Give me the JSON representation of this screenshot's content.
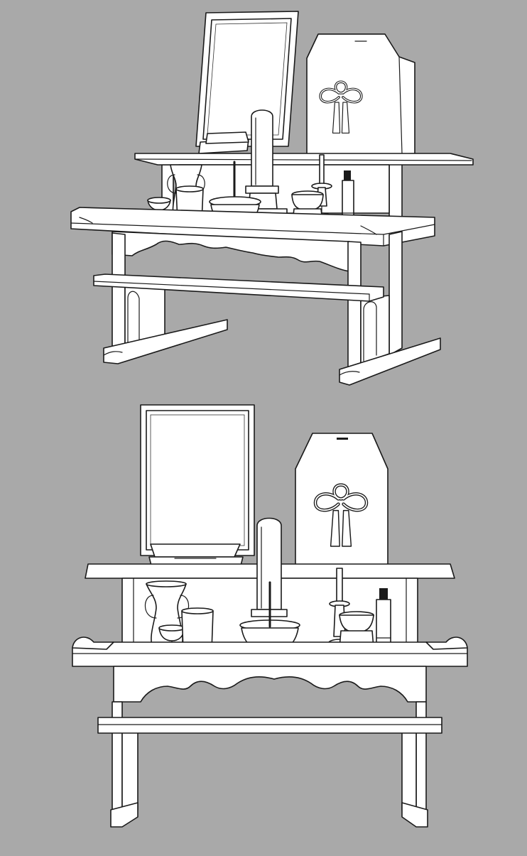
{
  "scene": {
    "background_color": "#a9a9a9",
    "line_color": "#1a1a1a",
    "fill_color": "#ffffff",
    "views": [
      {
        "name": "perspective-view",
        "items": [
          "portrait-frame",
          "memorial-box-with-mizuhiki-knot",
          "ihai-memorial-tablet",
          "flower-vase",
          "water-cup",
          "tea-cup",
          "incense-burner",
          "candle-holder",
          "rin-bell",
          "incense-stick-holder"
        ]
      },
      {
        "name": "front-view",
        "items": [
          "portrait-frame",
          "memorial-box-with-mizuhiki-knot",
          "ihai-memorial-tablet",
          "flower-vase",
          "water-cup",
          "tea-cup",
          "incense-burner",
          "candle-holder",
          "rin-bell",
          "incense-stick-holder"
        ]
      }
    ]
  }
}
